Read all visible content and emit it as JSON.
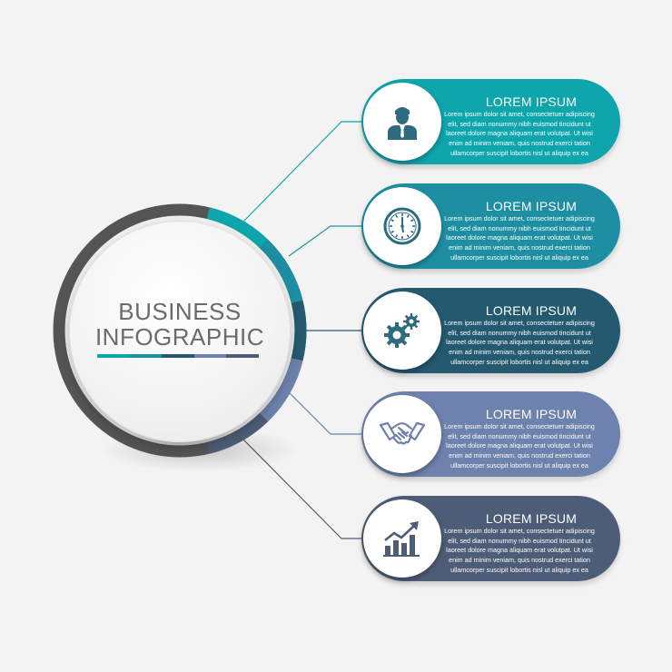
{
  "hub": {
    "title_line1": "BUSINESS",
    "title_line2": "INFOGRAPHIC"
  },
  "colors": {
    "background": "#f3f3f3",
    "teal": "#0fa5ad",
    "steel_teal": "#1e8fa3",
    "dark_teal": "#245a70",
    "periwinkle": "#6d82ac",
    "slate": "#4e5d77",
    "ring_gray": "#555555",
    "icon": "#2e6a80"
  },
  "items": [
    {
      "title": "LOREM IPSUM",
      "text": "Lorem ipsum dolor sit amet, consectetuer adipiscing elit, sed diam nonummy nibh euismod tincidunt ut laoreet dolore magna aliquam erat volutpat. Ut wisi enim ad minim veniam, quis nostrud exerci tation ullamcorper suscipit lobortis nisl ut aliquip ex ea",
      "icon": "businessman-icon"
    },
    {
      "title": "LOREM IPSUM",
      "text": "Lorem ipsum dolor sit amet, consectetuer adipiscing elit, sed diam nonummy nibh euismod tincidunt ut laoreet dolore magna aliquam erat volutpat. Ut wisi enim ad minim veniam, quis nostrud exerci tation ullamcorper suscipit lobortis nisl ut aliquip ex ea",
      "icon": "clock-icon"
    },
    {
      "title": "LOREM IPSUM",
      "text": "Lorem ipsum dolor sit amet, consectetuer adipiscing elit, sed diam nonummy nibh euismod tincidunt ut laoreet dolore magna aliquam erat volutpat. Ut wisi enim ad minim veniam, quis nostrud exerci tation ullamcorper suscipit lobortis nisl ut aliquip ex ea",
      "icon": "gears-icon"
    },
    {
      "title": "LOREM IPSUM",
      "text": "Lorem ipsum dolor sit amet, consectetuer adipiscing elit, sed diam nonummy nibh euismod tincidunt ut laoreet dolore magna aliquam erat volutpat. Ut wisi enim ad minim veniam, quis nostrud exerci tation ullamcorper suscipit lobortis nisl ut aliquip ex ea",
      "icon": "handshake-icon"
    },
    {
      "title": "LOREM IPSUM",
      "text": "Lorem ipsum dolor sit amet, consectetuer adipiscing elit, sed diam nonummy nibh euismod tincidunt ut laoreet dolore magna aliquam erat volutpat. Ut wisi enim ad minim veniam, quis nostrud exerci tation ullamcorper suscipit lobortis nisl ut aliquip ex ea",
      "icon": "growth-chart-icon"
    }
  ]
}
